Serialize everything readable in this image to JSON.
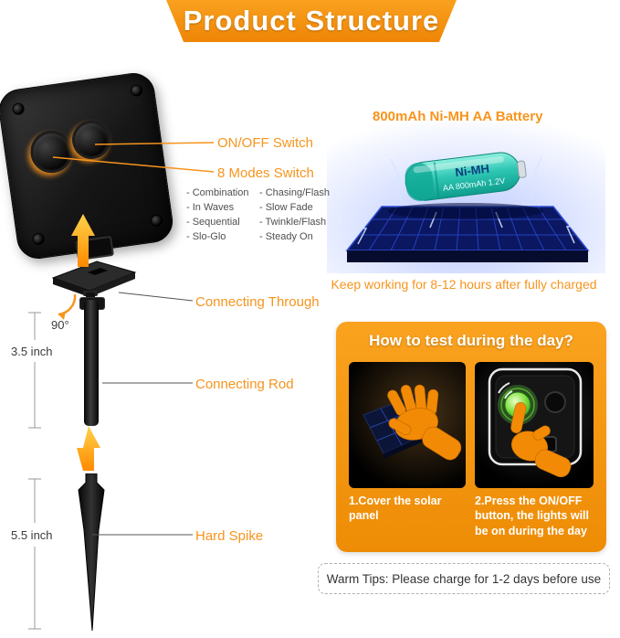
{
  "title": "Product Structure",
  "left": {
    "onoff_label": "ON/OFF Switch",
    "modes_label": "8 Modes Switch",
    "modes_col1": [
      "- Combination",
      "- In Waves",
      "- Sequential",
      "- Slo-Glo"
    ],
    "modes_col2": [
      "- Chasing/Flash",
      "- Slow Fade",
      "- Twinkle/Flash",
      "- Steady On"
    ],
    "connecting_through": "Connecting Through",
    "angle": "90°",
    "rod_dim": "3.5 inch",
    "connecting_rod": "Connecting Rod",
    "spike_dim": "5.5 inch",
    "hard_spike": "Hard Spike"
  },
  "right": {
    "battery_title": "800mAh Ni-MH AA Battery",
    "battery_brand": "Ni-MH",
    "battery_spec": "AA 800mAh 1.2V",
    "charge_note": "Keep working for 8-12 hours after fully charged",
    "howto": {
      "title": "How to test during the day?",
      "step1": "1.Cover the solar panel",
      "step2": "2.Press the ON/OFF button, the lights will be on during the day"
    },
    "warm_tips": "Warm Tips: Please charge for 1-2 days before use"
  },
  "colors": {
    "accent_orange": "#F7941D",
    "panel_orange": "#F9A21B",
    "battery_teal": "#2FC7B4",
    "solar_blue": "#0B1760"
  }
}
